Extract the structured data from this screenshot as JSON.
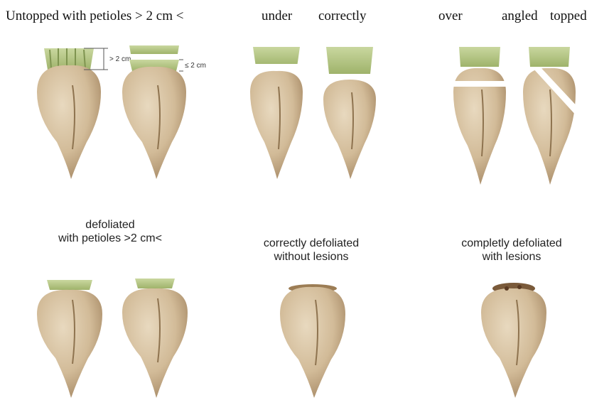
{
  "top_labels": {
    "untopped": "Untopped with petioles > 2 cm <",
    "under": "under",
    "correctly": "correctly",
    "over": "over",
    "angled": "angled",
    "topped": "topped"
  },
  "measurements": {
    "gt": "> 2 cm",
    "le": "≤ 2 cm"
  },
  "bottom_labels": {
    "defoliated_1": "defoliated",
    "defoliated_2": "with petioles >2 cm<",
    "correct_1": "correctly defoliated",
    "correct_2": "without lesions",
    "complete_1": "completly defoliated",
    "complete_2": "with lesions"
  },
  "colors": {
    "beet": "#d8c3a3",
    "beet_shade": "#b89e7c",
    "leaves": "#b8c98c",
    "crown": "#8a6a4a"
  }
}
